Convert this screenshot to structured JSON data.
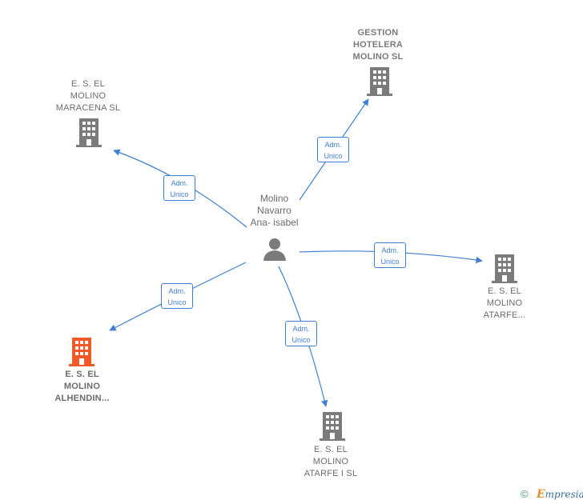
{
  "center": {
    "label": "Molino\nNavarro\nAna- isabel",
    "icon": "person-icon"
  },
  "nodes": [
    {
      "id": "gestion",
      "label": "GESTION\nHOTELERA\nMOLINO SL",
      "icon": "building-icon"
    },
    {
      "id": "maracena",
      "label": "E. S. EL\nMOLINO\nMARACENA  SL",
      "icon": "building-icon"
    },
    {
      "id": "atarfe-e",
      "label": "E. S. EL\nMOLINO\nATARFE...",
      "icon": "building-icon"
    },
    {
      "id": "alhendin",
      "label": "E. S. EL\nMOLINO\nALHENDIN...",
      "icon": "building-icon",
      "color": "#f05a28"
    },
    {
      "id": "atarfe-i",
      "label": "E. S. EL\nMOLINO\nATARFE I  SL",
      "icon": "building-icon"
    }
  ],
  "edges": [
    {
      "label": "Adm.\nUnico"
    },
    {
      "label": "Adm.\nUnico"
    },
    {
      "label": "Adm.\nUnico"
    },
    {
      "label": "Adm.\nUnico"
    },
    {
      "label": "Adm.\nUnico"
    }
  ],
  "colors": {
    "edge": "#3f7fd0",
    "building": "#7b7b7b",
    "highlight": "#f05a28"
  },
  "footer": {
    "copyright": "©",
    "brand_first": "E",
    "brand_rest": "mpresia"
  }
}
